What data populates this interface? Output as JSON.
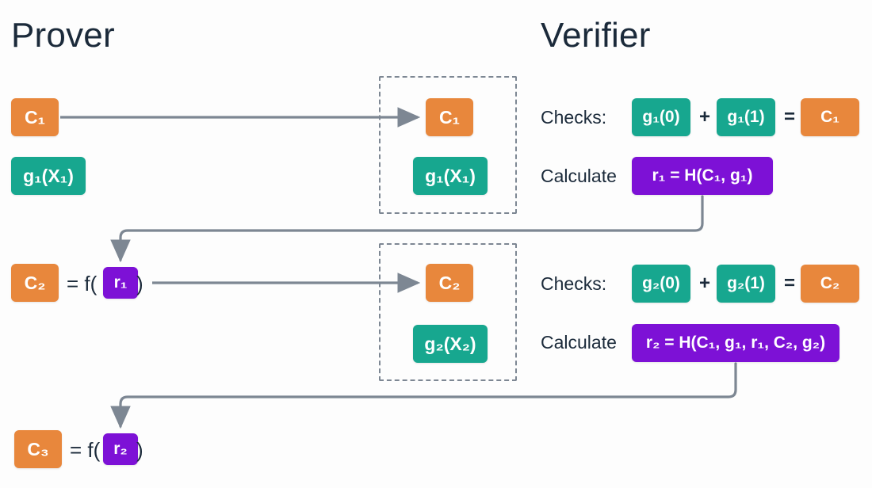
{
  "columns": {
    "prover_title": "Prover",
    "verifier_title": "Verifier"
  },
  "labels": {
    "checks_1": "Checks:",
    "checks_2": "Checks:",
    "calculate_1": "Calculate",
    "calculate_2": "Calculate"
  },
  "operators": {
    "plus_1": "+",
    "equals_check_1": "=",
    "plus_2": "+",
    "equals_check_2": "=",
    "eq_f_open_2": "= f(",
    "eq_f_close_2": ")",
    "eq_f_open_3": "= f(",
    "eq_f_close_3": ")"
  },
  "prover": {
    "round1": {
      "commitment": "C",
      "commitment_sub": "1",
      "polynomial": "g",
      "polynomial_sub": "1",
      "polynomial_arg": "(X",
      "polynomial_arg_sub": "1",
      "polynomial_arg_close": ")",
      "polynomial_full": "g₁(X₁)"
    },
    "round2": {
      "commitment_full": "C₂",
      "randomness_full": "r₁",
      "polynomial_full": "g₂(X₂)"
    },
    "round3": {
      "commitment_full": "C₃",
      "randomness_full": "r₂"
    }
  },
  "transcript": {
    "box1": {
      "commitment": "C₁",
      "polynomial": "g₁(X₁)"
    },
    "box2": {
      "commitment": "C₂",
      "polynomial": "g₂(X₂)"
    }
  },
  "verifier": {
    "round1": {
      "eval_at_zero": "g₁(0)",
      "eval_at_one": "g₁(1)",
      "claimed_sum": "C₁",
      "calculate_expr": "r₁ = H(C₁, g₁)"
    },
    "round2": {
      "eval_at_zero": "g₂(0)",
      "eval_at_one": "g₂(1)",
      "claimed_sum": "C₂",
      "calculate_expr": "r₂ = H(C₁, g₁, r₁, C₂, g₂)"
    }
  },
  "colors": {
    "background": "#fdfdfd",
    "orange": "#e8873c",
    "teal": "#17a78f",
    "purple": "#7d11d6",
    "navy_text": "#1b2a3a",
    "connector_gray": "#7d8793",
    "dashed_border": "#7d8793"
  },
  "connectors": {
    "send_c1_label": "prover sends C1 to verifier",
    "send_c2_label": "prover sends C2 to verifier",
    "feedback_r1_label": "r1 returned to prover",
    "feedback_r2_label": "r2 returned to prover"
  }
}
